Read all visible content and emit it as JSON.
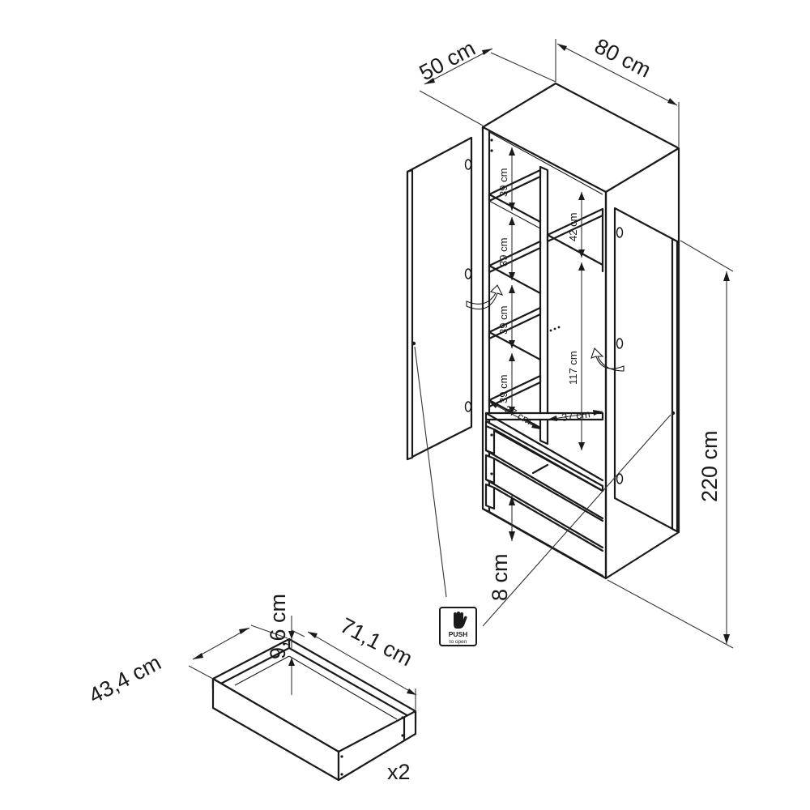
{
  "dimensions": {
    "depth": "50 cm",
    "width": "80 cm",
    "height": "220 cm",
    "plinth": "8 cm",
    "shelf_1": "39 cm",
    "shelf_2": "39 cm",
    "shelf_3": "39 cm",
    "shelf_4": "39 cm",
    "top_compartment": "42 cm",
    "hanging_space": "117 cm",
    "left_inner_width": "37 cm",
    "right_inner_width": "37 cm"
  },
  "drawer": {
    "depth": "43,4 cm",
    "height": "9,6 cm",
    "width": "71,1 cm",
    "quantity": "x2"
  },
  "push_label": {
    "line1": "PUSH",
    "line2": "to open"
  }
}
